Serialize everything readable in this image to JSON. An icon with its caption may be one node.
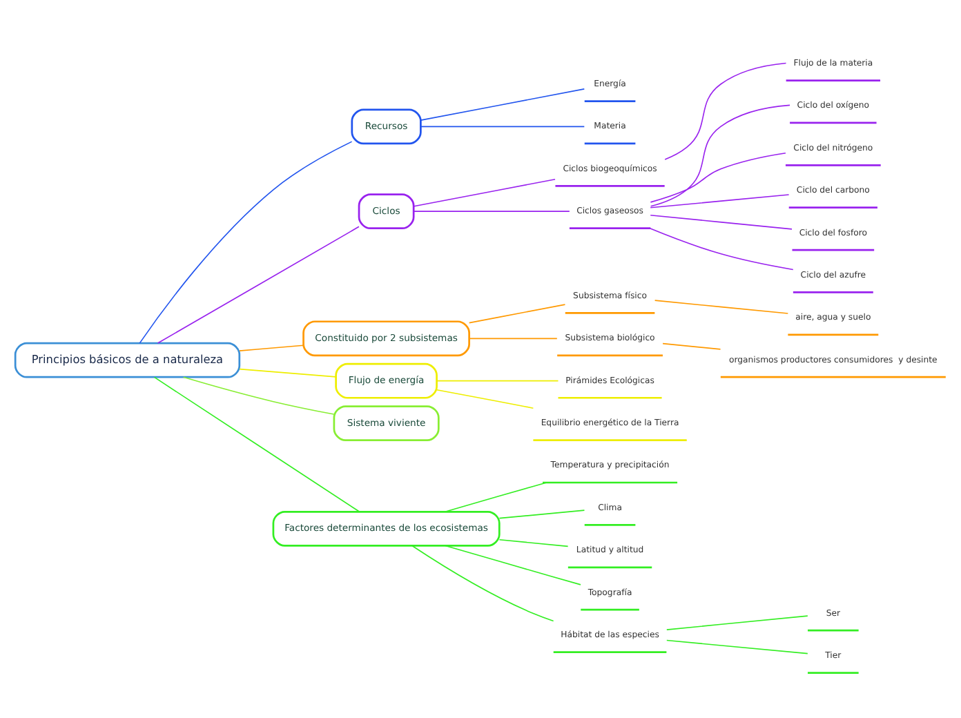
{
  "diagram": {
    "nodes": [
      {
        "text": [
          "Principios básicos de a naturaleza"
        ]
      },
      {
        "text": [
          "Recursos"
        ]
      },
      {
        "text": [
          "Energía"
        ]
      },
      {
        "text": [
          "Materia"
        ]
      },
      {
        "text": [
          "Ciclos"
        ]
      },
      {
        "text": [
          "Ciclos biogeoquímicos"
        ]
      },
      {
        "text": [
          "Flujo de la materia"
        ]
      },
      {
        "text": [
          "Ciclos gaseosos"
        ]
      },
      {
        "text": [
          "Ciclo del oxígeno"
        ]
      },
      {
        "text": [
          "Ciclo del nitrógeno"
        ]
      },
      {
        "text": [
          "Ciclo del carbono"
        ]
      },
      {
        "text": [
          "Ciclo del fosforo"
        ]
      },
      {
        "text": [
          "Ciclo del azufre"
        ]
      },
      {
        "text": [
          "Constituido por 2 subsistemas"
        ]
      },
      {
        "text": [
          "Subsistema físico"
        ]
      },
      {
        "text": [
          "aire, agua y suelo"
        ]
      },
      {
        "text": [
          "Subsistema biológico"
        ]
      },
      {
        "text": [
          "organismos productores consumidores  y desinte"
        ]
      },
      {
        "text": [
          "Flujo de energía"
        ]
      },
      {
        "text": [
          "Pirámides Ecológicas"
        ]
      },
      {
        "text": [
          "Equilibrio energético de la Tierra"
        ]
      },
      {
        "text": [
          "Sistema viviente"
        ]
      },
      {
        "text": [
          "Factores determinantes de los ecosistemas"
        ]
      },
      {
        "text": [
          "Temperatura y precipitación"
        ]
      },
      {
        "text": [
          "Clima"
        ]
      },
      {
        "text": [
          "Latitud y altitud"
        ]
      },
      {
        "text": [
          "Topografía"
        ]
      },
      {
        "text": [
          "Hábitat de las especies"
        ]
      },
      {
        "text": [
          "Ser"
        ]
      },
      {
        "text": [
          "Tier"
        ]
      }
    ],
    "edges": [
      {
        "from": 0,
        "to": 1,
        "arrow": "none",
        "color": "#2255ee"
      },
      {
        "from": 1,
        "to": 2,
        "arrow": "none",
        "color": "#2255ee"
      },
      {
        "from": 1,
        "to": 3,
        "arrow": "none",
        "color": "#2255ee"
      },
      {
        "from": 0,
        "to": 4,
        "arrow": "none",
        "color": "#9922ee"
      },
      {
        "from": 4,
        "to": 5,
        "arrow": "none",
        "color": "#9922ee"
      },
      {
        "from": 5,
        "to": 6,
        "arrow": "none",
        "color": "#9922ee"
      },
      {
        "from": 4,
        "to": 7,
        "arrow": "none",
        "color": "#9922ee"
      },
      {
        "from": 7,
        "to": 8,
        "arrow": "none",
        "color": "#9922ee"
      },
      {
        "from": 7,
        "to": 9,
        "arrow": "none",
        "color": "#9922ee"
      },
      {
        "from": 7,
        "to": 10,
        "arrow": "none",
        "color": "#9922ee"
      },
      {
        "from": 7,
        "to": 11,
        "arrow": "none",
        "color": "#9922ee"
      },
      {
        "from": 7,
        "to": 12,
        "arrow": "none",
        "color": "#9922ee"
      },
      {
        "from": 0,
        "to": 13,
        "arrow": "none",
        "color": "#ff9900"
      },
      {
        "from": 13,
        "to": 14,
        "arrow": "none",
        "color": "#ff9900"
      },
      {
        "from": 14,
        "to": 15,
        "arrow": "none",
        "color": "#ff9900"
      },
      {
        "from": 13,
        "to": 16,
        "arrow": "none",
        "color": "#ff9900"
      },
      {
        "from": 16,
        "to": 17,
        "arrow": "none",
        "color": "#ff9900"
      },
      {
        "from": 0,
        "to": 18,
        "arrow": "none",
        "color": "#eeee00"
      },
      {
        "from": 18,
        "to": 19,
        "arrow": "none",
        "color": "#eeee00"
      },
      {
        "from": 18,
        "to": 20,
        "arrow": "none",
        "color": "#eeee00"
      },
      {
        "from": 0,
        "to": 21,
        "arrow": "none",
        "color": "#88ee33"
      },
      {
        "from": 0,
        "to": 22,
        "arrow": "none",
        "color": "#33ee22"
      },
      {
        "from": 22,
        "to": 23,
        "arrow": "none",
        "color": "#33ee22"
      },
      {
        "from": 22,
        "to": 24,
        "arrow": "none",
        "color": "#33ee22"
      },
      {
        "from": 22,
        "to": 25,
        "arrow": "none",
        "color": "#33ee22"
      },
      {
        "from": 22,
        "to": 26,
        "arrow": "none",
        "color": "#33ee22"
      },
      {
        "from": 22,
        "to": 27,
        "arrow": "none",
        "color": "#33ee22"
      },
      {
        "from": 27,
        "to": 28,
        "arrow": "none",
        "color": "#33ee22"
      },
      {
        "from": 27,
        "to": 29,
        "arrow": "none",
        "color": "#33ee22"
      }
    ]
  }
}
